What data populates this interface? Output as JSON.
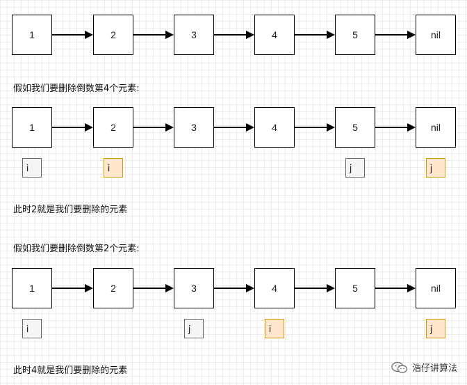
{
  "nodes": [
    "1",
    "2",
    "3",
    "4",
    "5",
    "nil"
  ],
  "sections": [
    {
      "caption": ""
    },
    {
      "caption": "假如我们要删除倒数第4个元素:",
      "pointers": [
        {
          "label": "i",
          "node": 0,
          "style": "gray"
        },
        {
          "label": "i",
          "node": 1,
          "style": "orange"
        },
        {
          "label": "j",
          "node": 4,
          "style": "gray"
        },
        {
          "label": "j",
          "node": 5,
          "style": "orange"
        }
      ],
      "note": "此时2就是我们要删除的元素"
    },
    {
      "caption": "假如我们要删除倒数第2个元素:",
      "pointers": [
        {
          "label": "i",
          "node": 0,
          "style": "gray"
        },
        {
          "label": "j",
          "node": 2,
          "style": "gray"
        },
        {
          "label": "i",
          "node": 3,
          "style": "orange"
        },
        {
          "label": "j",
          "node": 5,
          "style": "orange"
        }
      ],
      "note": "此时4就是我们要删除的元素"
    }
  ],
  "watermark": {
    "text": "浩仔讲算法",
    "icon": "wechat-icon"
  }
}
